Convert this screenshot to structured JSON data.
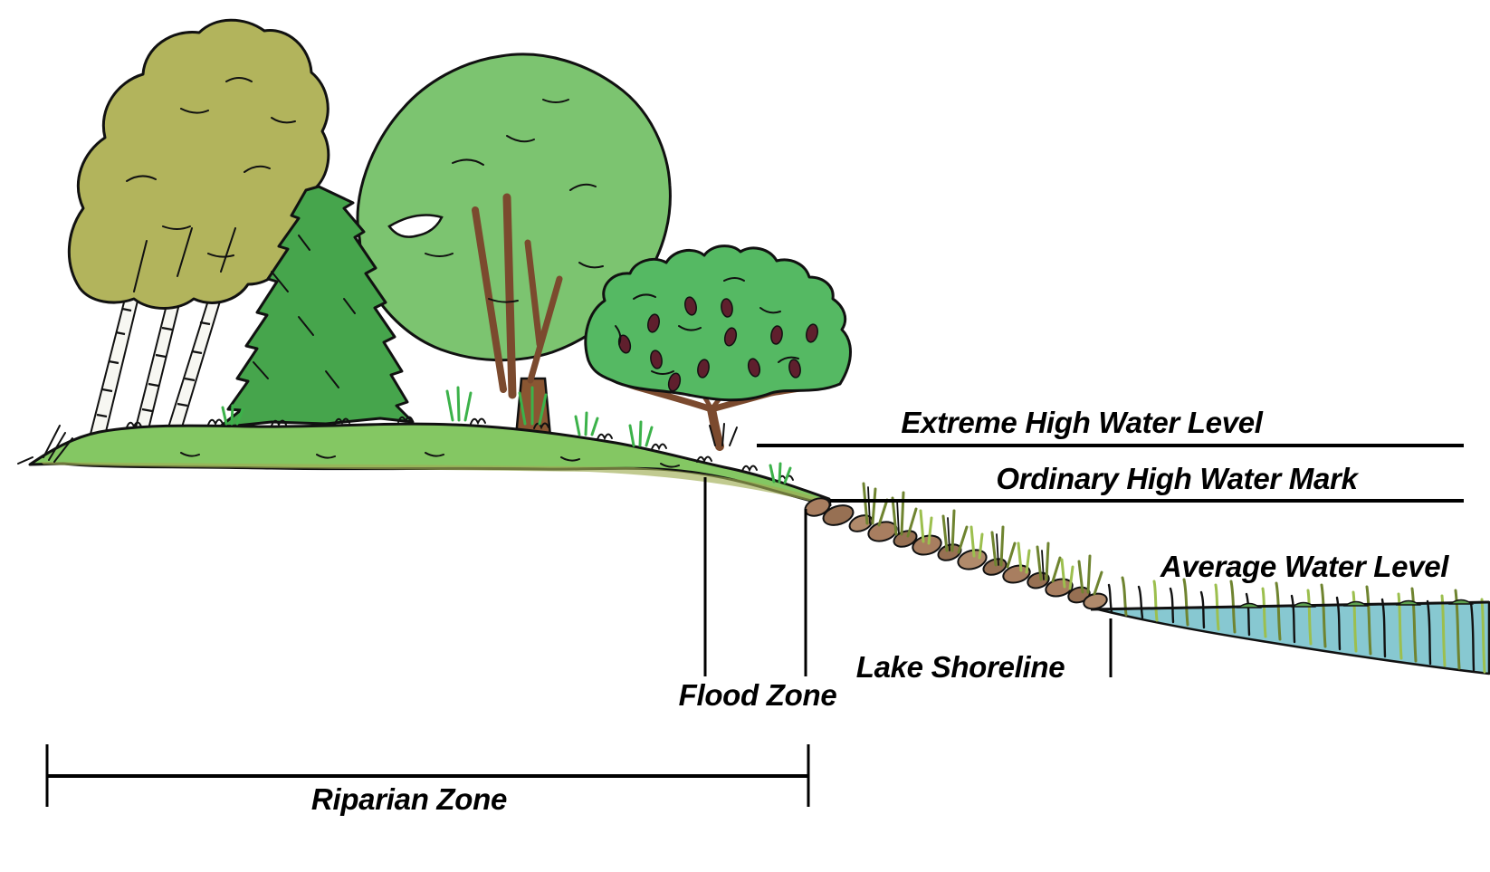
{
  "labels": {
    "extreme_high_water_level": "Extreme High Water Level",
    "ordinary_high_water_mark": "Ordinary High Water Mark",
    "average_water_level": "Average Water Level",
    "lake_shoreline": "Lake Shoreline",
    "flood_zone": "Flood Zone",
    "riparian_zone": "Riparian Zone"
  },
  "colors": {
    "ink": "#111111",
    "birch_foliage": "#b2b45c",
    "conifer": "#46a54c",
    "deciduous": "#7cc470",
    "fruit_canopy": "#55b963",
    "fruit": "#5f1f2d",
    "trunk": "#8a5632",
    "branch": "#7b4a2e",
    "birch_bark": "#f7f7f2",
    "grass": "#84c763",
    "grass_olive": "#9fae55",
    "tuft": "#3cb24a",
    "rock_a": "#a87e60",
    "rock_b": "#977053",
    "rock_c": "#b08a6b",
    "water": "#87c8d1",
    "reed_dark": "#6f8430",
    "reed_light": "#9cbf4e",
    "surface_weed": "#5ea14f"
  }
}
